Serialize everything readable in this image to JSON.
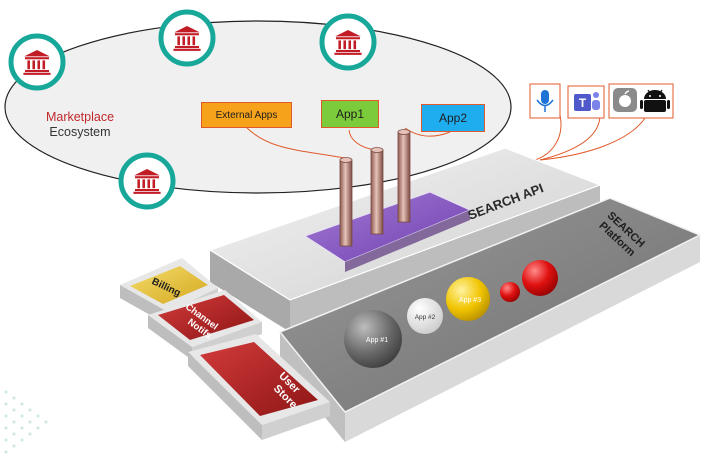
{
  "ecosystem": {
    "title_line1": "Marketplace",
    "title_line2": "Ecosystem"
  },
  "apps": {
    "external": "External Apps",
    "app1": "App1",
    "app2": "App2"
  },
  "platforms": {
    "search_api": "SEARCH API",
    "search_platform_line1": "SEARCH",
    "search_platform_line2": "Platform",
    "billing": "Billing",
    "channel_notifs_line1": "Channel",
    "channel_notifs_line2": "Notifs",
    "user_store_line1": "User",
    "user_store_line2": "Store"
  },
  "bubbles": {
    "app1": "App #1",
    "app2": "App #2",
    "app3": "App #3"
  },
  "icons": {
    "bank": "bank-icon",
    "mic": "microphone-icon",
    "teams": "teams-icon",
    "apple": "apple-icon",
    "android": "android-icon"
  },
  "colors": {
    "teal": "#17a89a",
    "bank_red": "#c21d26",
    "purple": "#8a5bc4",
    "gold": "#e7c53a",
    "red_box": "#b22a2a",
    "external_orange": "#f6a21a",
    "app1_green": "#7ccb3a",
    "app2_blue": "#1eaef0"
  }
}
